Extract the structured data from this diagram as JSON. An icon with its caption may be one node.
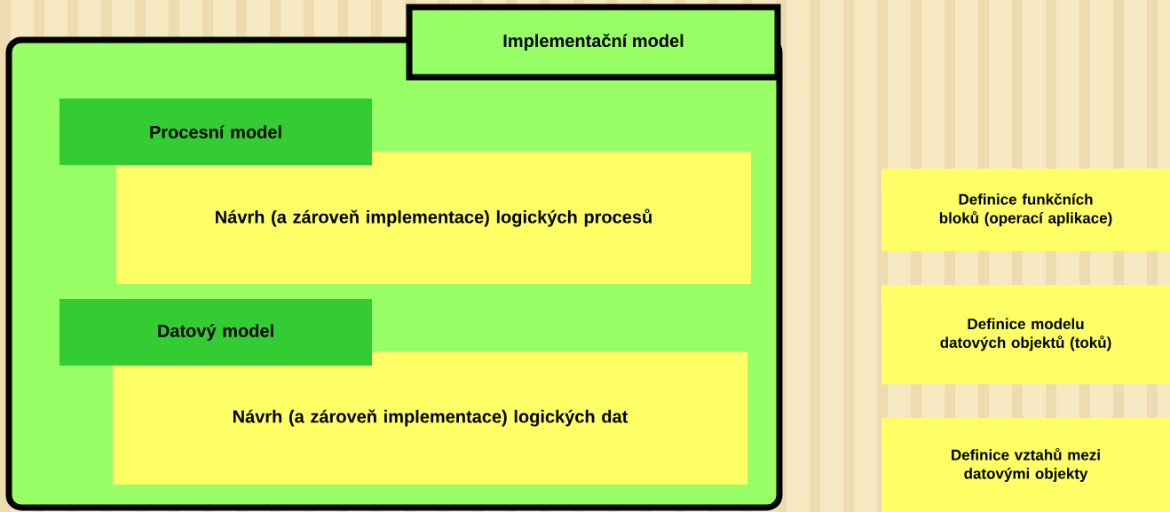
{
  "diagram": {
    "nodes": [
      {
        "text": [
          "Implementační model"
        ]
      },
      {
        "text": [
          "Procesní model"
        ],
        "in": 0
      },
      {
        "text": [
          "Návrh (a zároveň implementace) logických procesů"
        ],
        "in": 0
      },
      {
        "text": [
          "Datový model"
        ],
        "in": 0
      },
      {
        "text": [
          "Návrh (a zároveň implementace) logických dat"
        ],
        "in": 0
      },
      {
        "text": [
          "Definice funkčních bloků (operací aplikace)"
        ]
      },
      {
        "text": [
          "Definice modelu datových objektů (toků)"
        ]
      },
      {
        "text": [
          "Definice vztahů mezi datovými objekty"
        ]
      }
    ]
  }
}
